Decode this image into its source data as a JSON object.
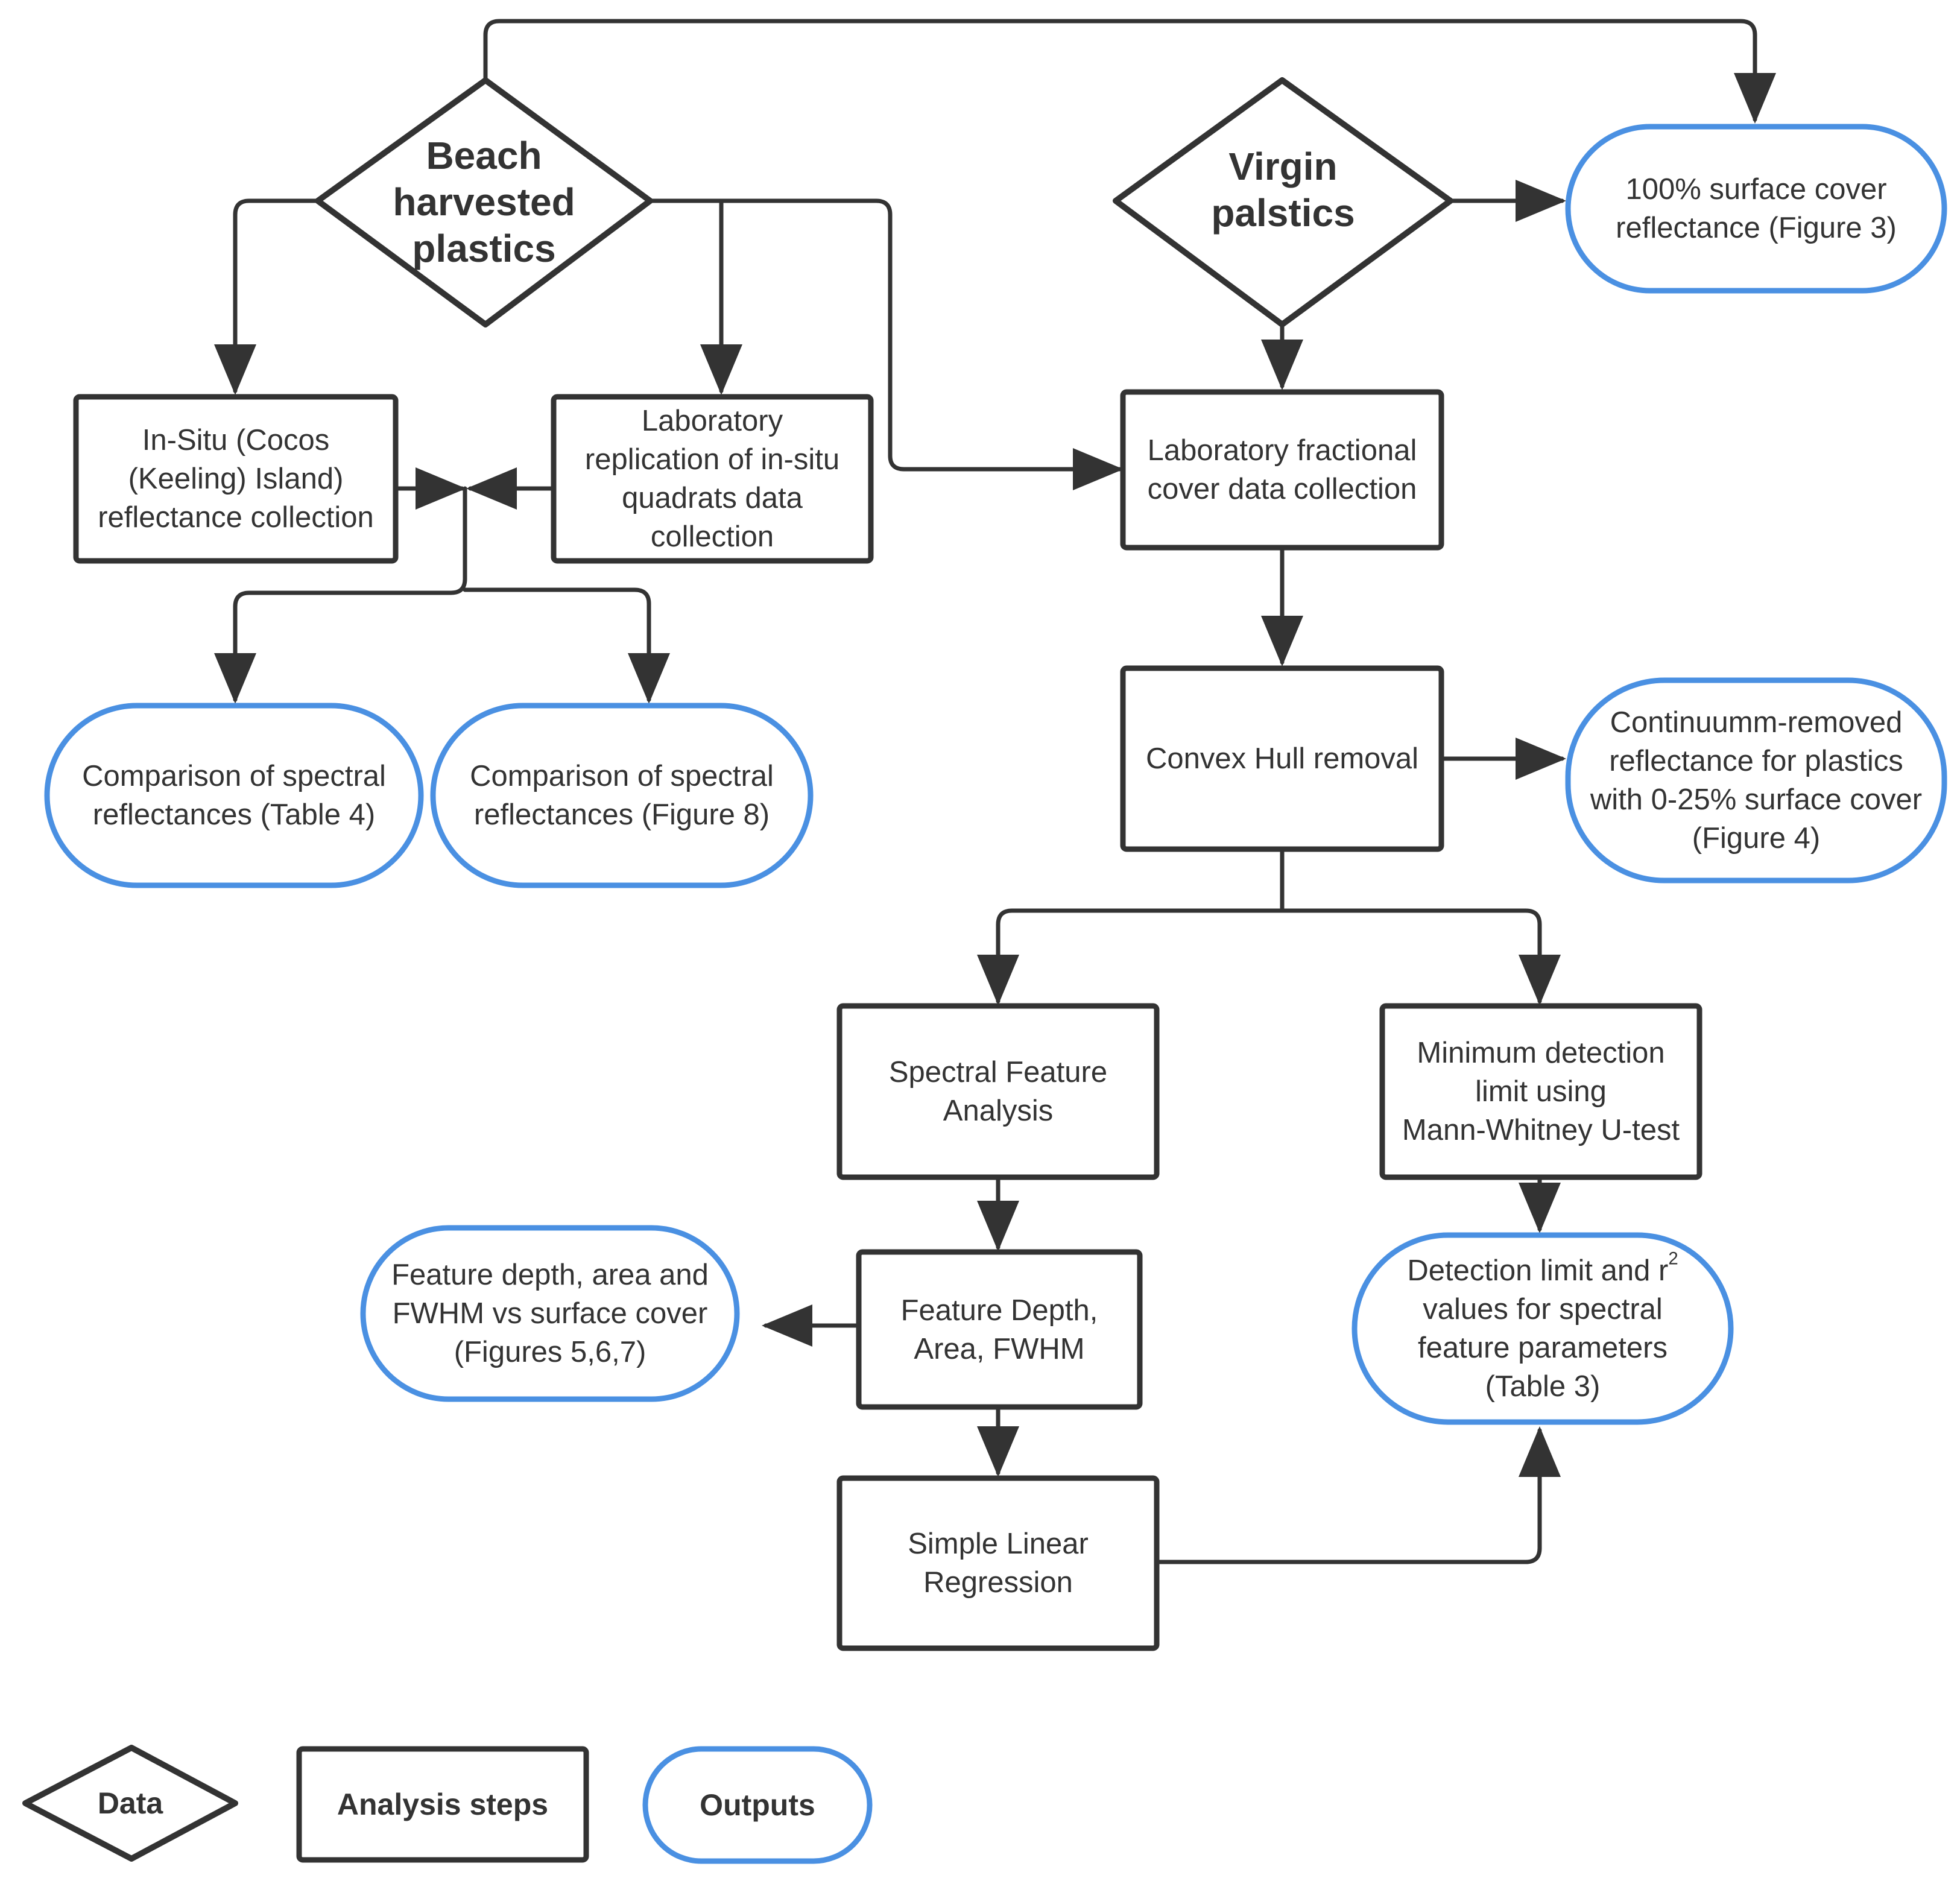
{
  "colors": {
    "stroke": "#333333",
    "output_border": "#4a90e2",
    "background": "#ffffff"
  },
  "data_nodes": {
    "beach": "Beach\nharvested\nplastics",
    "virgin": "Virgin\npalstics"
  },
  "analysis_steps": {
    "insitu": "In-Situ (Cocos\n(Keeling) Island)\nreflectance collection",
    "lab_replication": "Laboratory\nreplication of in-situ\nquadrats data\ncollection",
    "lab_fractional": "Laboratory fractional\ncover data collection",
    "convex_hull": "Convex Hull removal",
    "spectral_feature": "Spectral Feature\nAnalysis",
    "min_detection": "Minimum detection\nlimit using\nMann-Whitney U-test",
    "feature_depth": "Feature Depth,\nArea, FWHM",
    "regression": "Simple Linear\nRegression"
  },
  "outputs": {
    "surface_cover_100": "100% surface cover\nreflectance (Figure 3)",
    "table4": "Comparison of spectral\nreflectances (Table 4)",
    "figure8": "Comparison of spectral\nreflectances (Figure 8)",
    "continuum": "Continuumm-removed\nreflectance for plastics\nwith 0-25% surface cover\n(Figure 4)",
    "feature_vs_cover": "Feature depth, area and\nFWHM vs surface cover\n(Figures 5,6,7)",
    "detection_pre": "Detection limit and r",
    "detection_sup": "2",
    "detection_post": "\nvalues for spectral\nfeature parameters\n(Table 3)"
  },
  "legend": {
    "data": "Data",
    "analysis": "Analysis steps",
    "outputs": "Outputs"
  }
}
